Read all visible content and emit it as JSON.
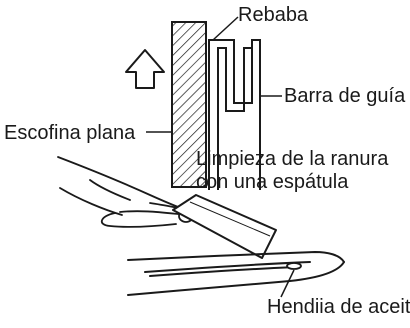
{
  "labels": {
    "rebaba": "Rebaba",
    "barra_de_guia": "Barra de guía",
    "escofina_plana": "Escofina plana",
    "limpieza_line1": "Limpieza de la ranura",
    "limpieza_line2": "con una espátula",
    "hendija_de_aceite": "Hendiia de aceite"
  },
  "colors": {
    "ink": "#1a1a1a",
    "background": "#ffffff"
  },
  "icons": {
    "direction_arrow": "up-arrow-icon"
  }
}
